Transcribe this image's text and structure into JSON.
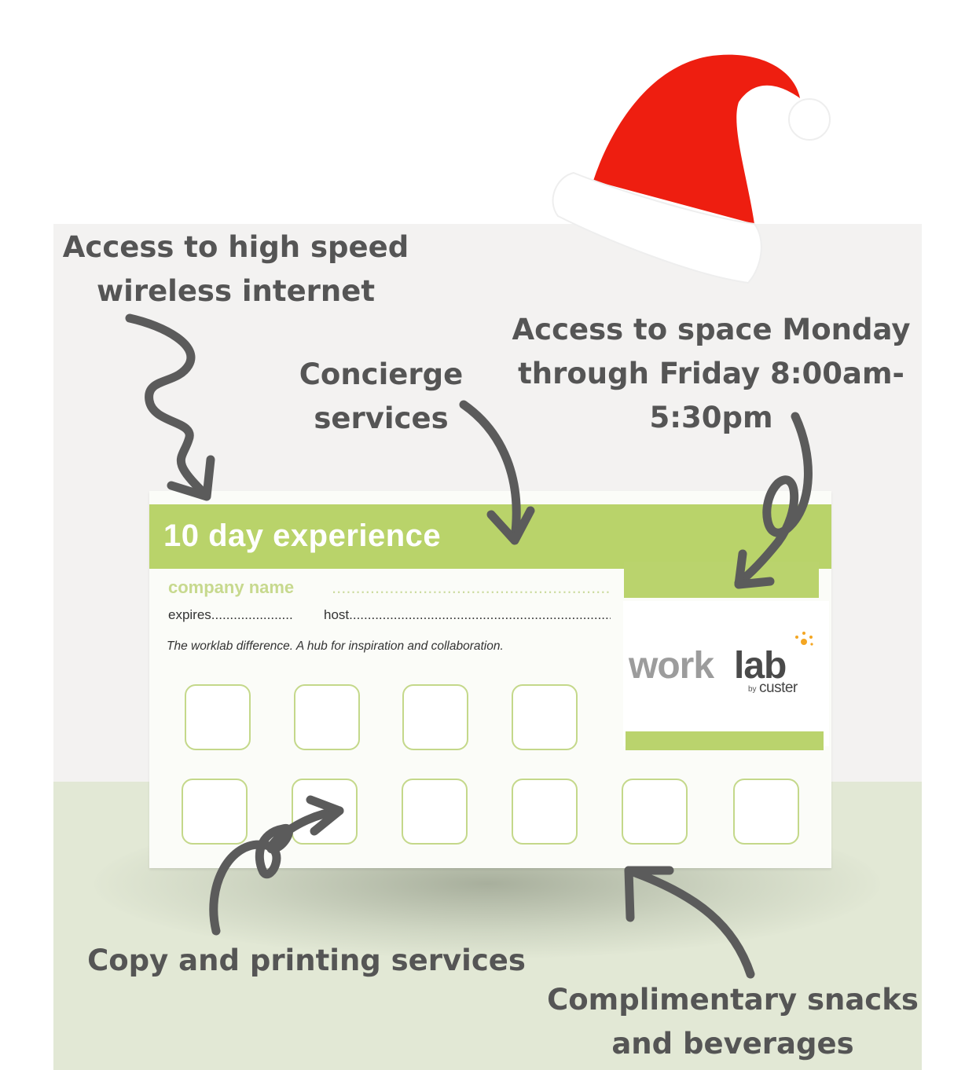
{
  "card": {
    "title": "10 day experience",
    "company_label": "company name",
    "company_dots": "......................................................................................................",
    "expires_label": "expires......................",
    "host_label": "host.................................................................................",
    "tagline": "The worklab difference. A hub for inspiration and collaboration.",
    "stamp_boxes_row1": 4,
    "stamp_boxes_row2": 6,
    "accent_color": "#b9d36a"
  },
  "logo": {
    "work": "work",
    "lab": "lab",
    "by": "by",
    "custer": "custer"
  },
  "annotations": {
    "wifi": [
      "Access to high speed",
      "wireless internet"
    ],
    "concierge": [
      "Concierge",
      "services"
    ],
    "hours": [
      "Access to space Monday",
      "through Friday 8:00am-",
      "5:30pm"
    ],
    "copy": [
      "Copy and printing services"
    ],
    "snacks": [
      "Complimentary snacks",
      "and beverages"
    ],
    "text_color": "#555555"
  },
  "decorations": {
    "hat": "santa-hat",
    "hat_color": "#ee1e10"
  }
}
